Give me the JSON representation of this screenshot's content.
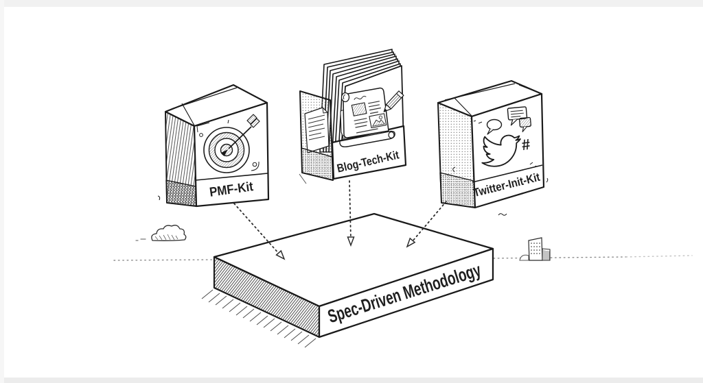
{
  "diagram": {
    "kits": [
      {
        "label": "PMF-Kit",
        "icon": "dartboard-target-icon"
      },
      {
        "label": "Blog-Tech-Kit",
        "icon": "scroll-article-icon"
      },
      {
        "label": "Twitter-Init-Kit",
        "icon": "twitter-bird-icon",
        "hashtag": "#"
      }
    ],
    "platform": {
      "label": "Spec-Driven Methodology"
    },
    "arrows": [
      {
        "from": "PMF-Kit",
        "to": "Spec-Driven Methodology",
        "style": "dotted"
      },
      {
        "from": "Blog-Tech-Kit",
        "to": "Spec-Driven Methodology",
        "style": "dotted"
      },
      {
        "from": "Twitter-Init-Kit",
        "to": "Spec-Driven Methodology",
        "style": "dotted"
      }
    ],
    "colors": {
      "ink": "#1a1a1a",
      "paper": "#ffffff"
    },
    "scenery": [
      "cloud",
      "city-building",
      "horizon-dotted-line"
    ]
  }
}
